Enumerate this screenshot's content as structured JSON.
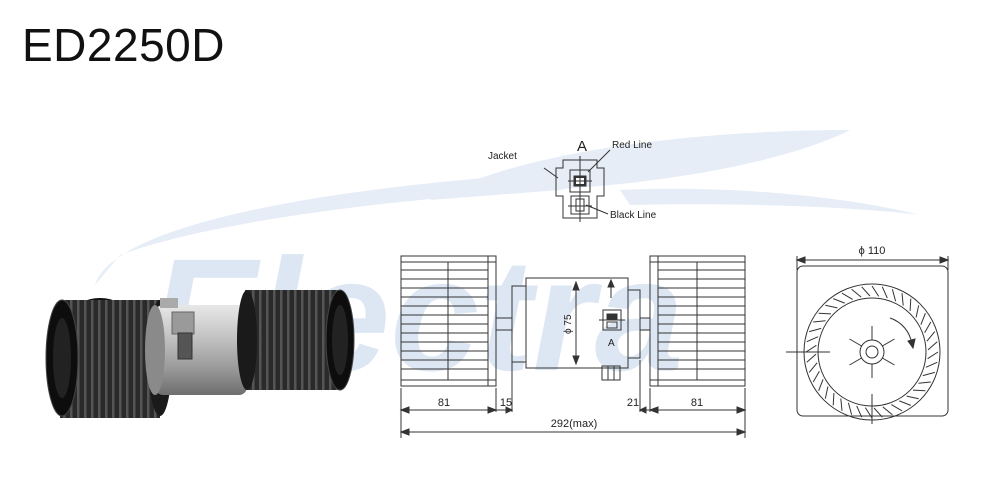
{
  "product": {
    "code": "ED2250D"
  },
  "watermark": {
    "text": "Electra",
    "color": "#dde6f3"
  },
  "connector": {
    "view_label": "A",
    "jacket_label": "Jacket",
    "red_line_label": "Red Line",
    "black_line_label": "Black Line"
  },
  "side_view": {
    "motor_diameter_label": "ϕ 75",
    "plug_label": "A",
    "dim_wheel_left": "81",
    "dim_gap_left": "15",
    "dim_gap_right": "21",
    "dim_wheel_right": "81",
    "dim_total": "292(max)"
  },
  "end_view": {
    "diameter_label": "ϕ 110"
  },
  "colors": {
    "line": "#333333",
    "watermark": "#dde6f3",
    "fan_black": "#1a1a1a",
    "motor_silver": "#b8b8b8"
  }
}
